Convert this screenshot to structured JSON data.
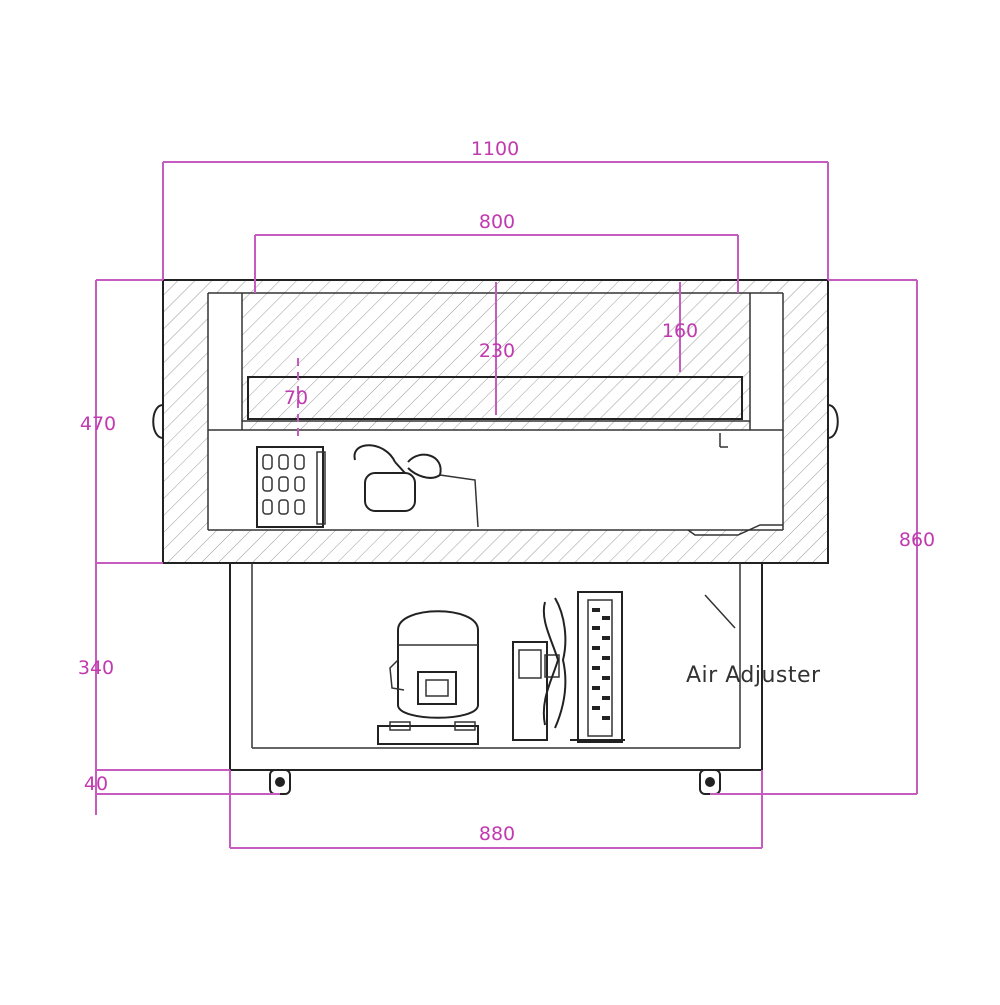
{
  "colors": {
    "dimension": "#c75cc0",
    "dimension_text": "#c13ab0",
    "line": "#222222",
    "label": "#333333",
    "background": "#ffffff"
  },
  "dimensions": {
    "overall_width": "1100",
    "opening_width": "800",
    "cabinet_depth_230": "230",
    "depth_160": "160",
    "depth_70": "70",
    "cabinet_height": "470",
    "leg_height": "340",
    "wheel_height": "40",
    "total_height": "860",
    "base_width": "880"
  },
  "labels": {
    "air_adjuster": "Air Adjuster"
  },
  "icons": [
    "fan-icon",
    "compressor-icon",
    "condenser-icon",
    "evaporator-icon",
    "wheel-icon"
  ]
}
